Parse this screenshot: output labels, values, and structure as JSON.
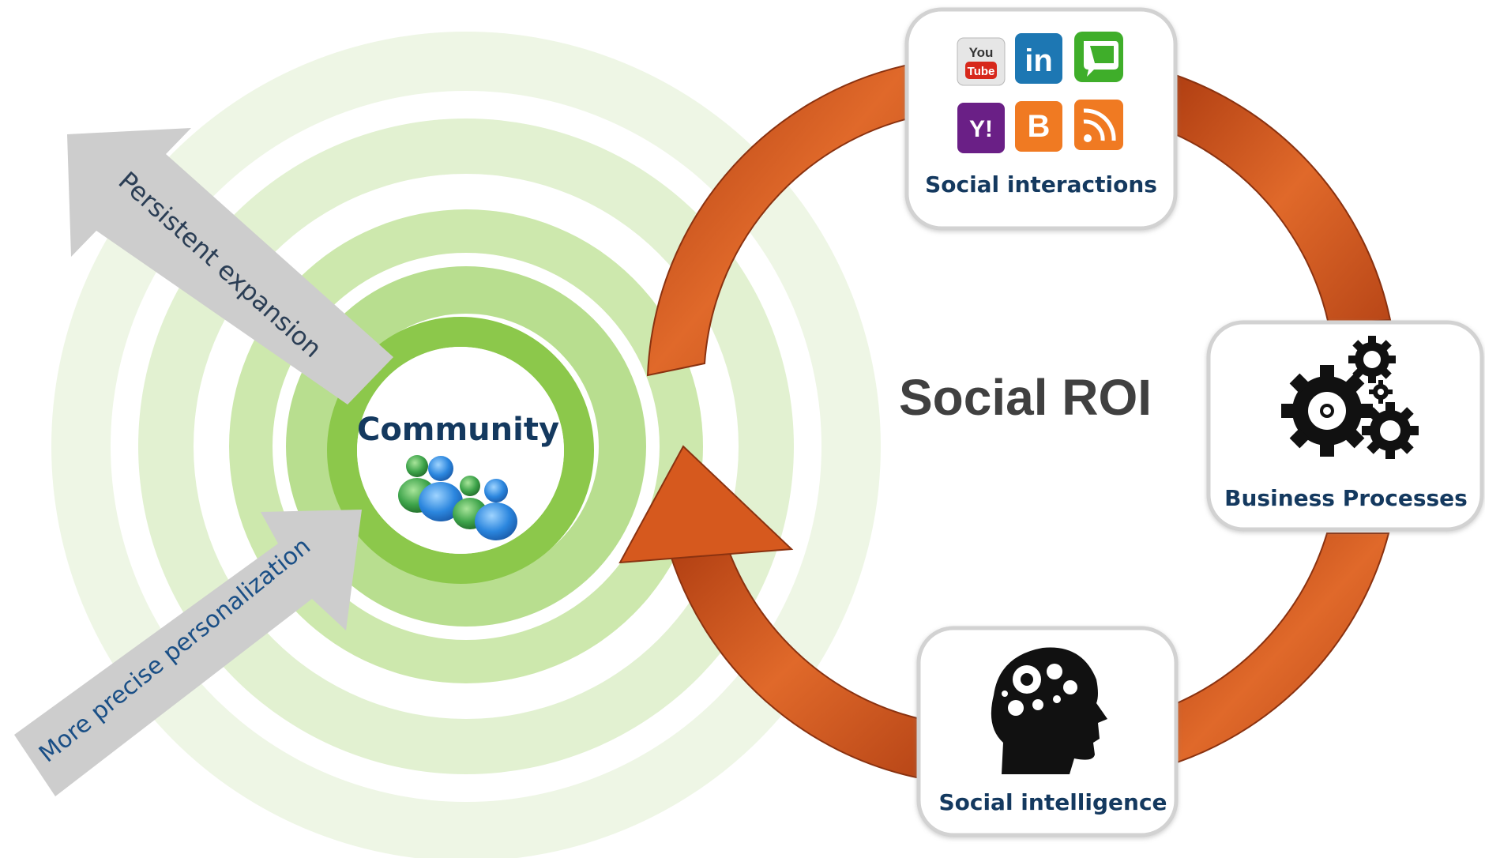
{
  "community": {
    "title": "Community"
  },
  "arrows": {
    "expansion": "Persistent expansion",
    "personalization": "More precise personalization"
  },
  "center": {
    "title": "Social ROI"
  },
  "boxes": {
    "social_interactions": "Social interactions",
    "business_processes": "Business Processes",
    "social_intelligence": "Social intelligence"
  },
  "social_icons": {
    "youtube_top": "You",
    "youtube_bottom": "Tube",
    "linkedin": "in",
    "yahoo": "Y!",
    "blogger": "B"
  },
  "colors": {
    "ring_light": "#eef6e5",
    "ring_mid": "#d9edc6",
    "ring_strong": "#b8de8f",
    "community_ring": "#8cc84b",
    "cycle_arrow": "#c2541f",
    "arrow_gray": "#cfcfcf",
    "label_navy": "#14395f"
  }
}
